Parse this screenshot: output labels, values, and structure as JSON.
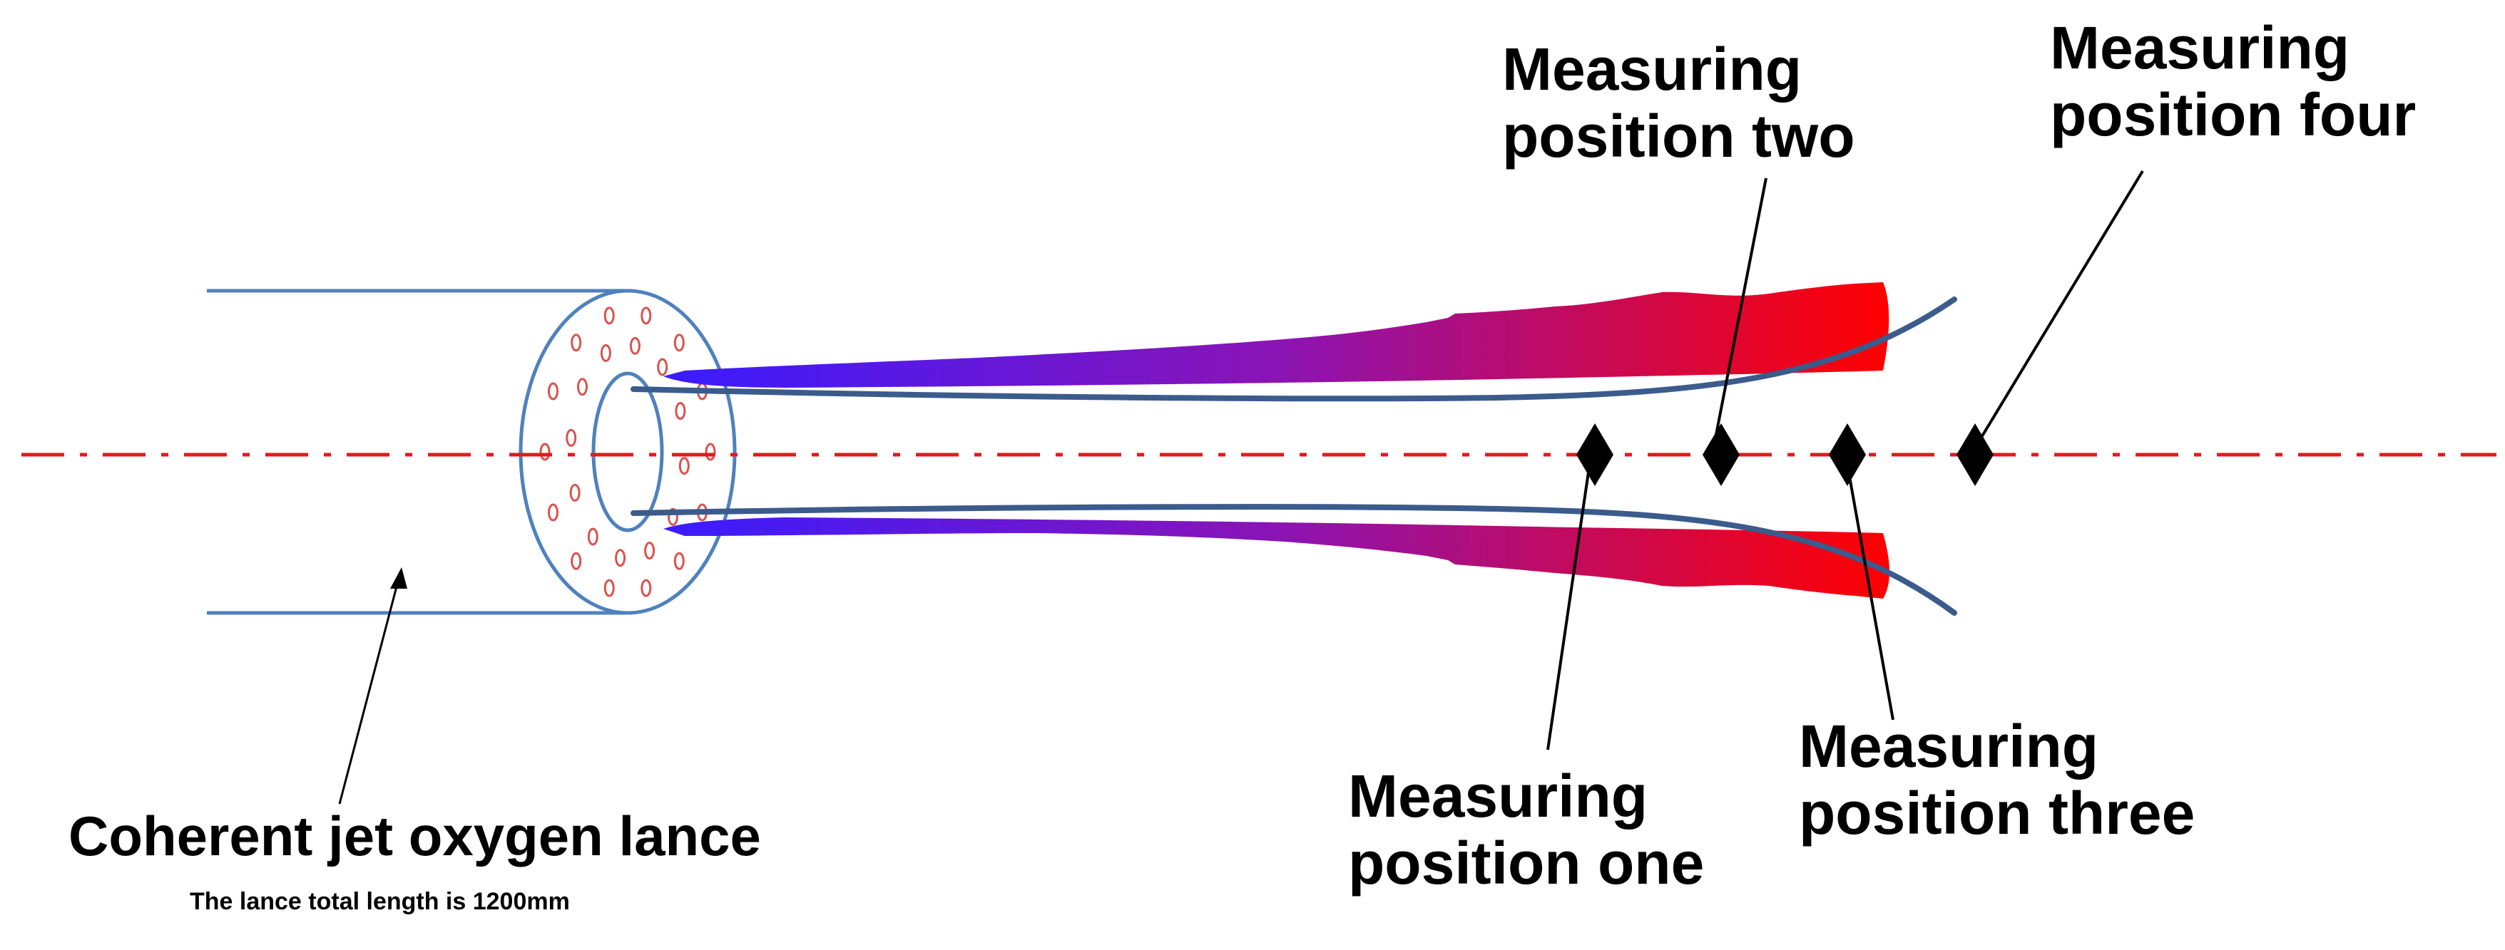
{
  "labels": {
    "position_two": [
      "Measuring",
      "position two"
    ],
    "position_four": [
      "Measuring",
      "position four"
    ],
    "position_one": [
      "Measuring",
      "position one"
    ],
    "position_three": [
      "Measuring",
      "position three"
    ],
    "lance_title": "Coherent jet oxygen lance",
    "lance_length": "The lance total length is 1200mm"
  },
  "measuring_positions": [
    {
      "id": "one"
    },
    {
      "id": "two"
    },
    {
      "id": "three"
    },
    {
      "id": "four"
    }
  ],
  "colors": {
    "pipe": "#4f81bd",
    "jet_boundary": "#3b5b8c",
    "centerline": "#e01b1b",
    "nozzle_holes": "#d9534f",
    "flame_start": "#3a1cff",
    "flame_mid": "#8a14b5",
    "flame_end": "#ff0000",
    "marker": "#000000"
  }
}
